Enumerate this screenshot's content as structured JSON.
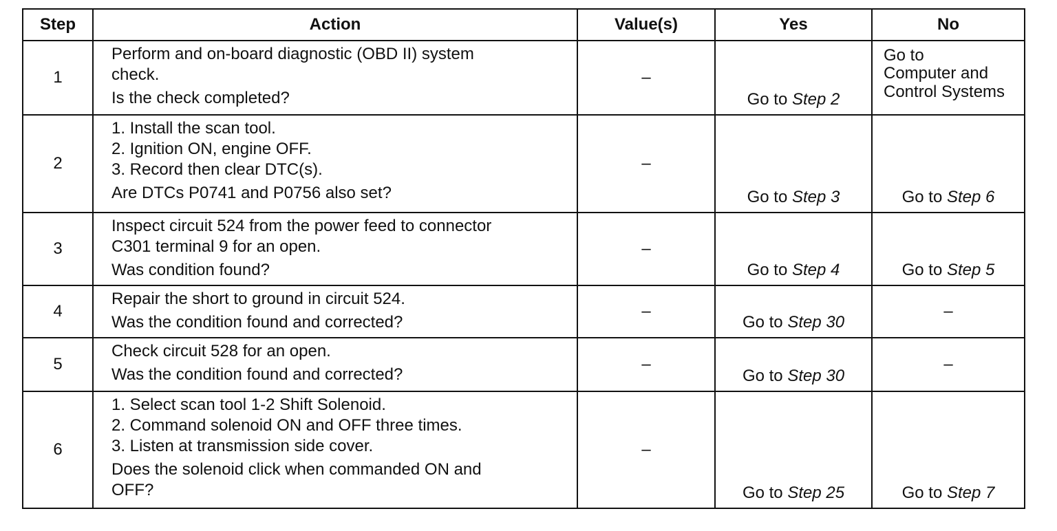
{
  "headers": {
    "step": "Step",
    "action": "Action",
    "values": "Value(s)",
    "yes": "Yes",
    "no": "No"
  },
  "rows": [
    {
      "step": "1",
      "action": [
        "Perform and on-board diagnostic (OBD II) system",
        "check."
      ],
      "question": "Is the check completed?",
      "value": "–",
      "yes": {
        "prefix": "Go to ",
        "target": "Step 2"
      },
      "no": {
        "lines": [
          "Go to",
          "Computer and",
          "Control Systems"
        ]
      }
    },
    {
      "step": "2",
      "action": [
        "1. Install the scan tool.",
        "2. Ignition ON, engine OFF.",
        "3. Record then clear DTC(s)."
      ],
      "question": "Are DTCs P0741 and P0756 also set?",
      "value": "–",
      "yes": {
        "prefix": "Go to ",
        "target": "Step 3"
      },
      "no": {
        "prefix": "Go to ",
        "target": "Step 6"
      }
    },
    {
      "step": "3",
      "action": [
        "Inspect circuit 524 from the power feed to connector",
        "C301 terminal 9 for an open."
      ],
      "question": "Was condition found?",
      "value": "–",
      "yes": {
        "prefix": "Go to ",
        "target": "Step 4"
      },
      "no": {
        "prefix": "Go to ",
        "target": "Step 5"
      }
    },
    {
      "step": "4",
      "action": [
        "Repair the short to ground in circuit 524."
      ],
      "question": "Was the condition found and corrected?",
      "value": "–",
      "yes": {
        "prefix": "Go to ",
        "target": "Step 30"
      },
      "no": {
        "text": "–"
      }
    },
    {
      "step": "5",
      "action": [
        "Check circuit 528 for an open."
      ],
      "question": "Was the condition found and corrected?",
      "value": "–",
      "yes": {
        "prefix": "Go to ",
        "target": "Step 30"
      },
      "no": {
        "text": "–"
      }
    },
    {
      "step": "6",
      "action": [
        "1. Select scan tool 1-2 Shift Solenoid.",
        "2. Command solenoid ON and OFF three times.",
        "3. Listen at transmission side cover."
      ],
      "question": "Does the solenoid click when commanded ON and OFF?",
      "value": "–",
      "yes": {
        "prefix": "Go to ",
        "target": "Step 25"
      },
      "no": {
        "prefix": "Go to ",
        "target": "Step 7"
      }
    }
  ]
}
